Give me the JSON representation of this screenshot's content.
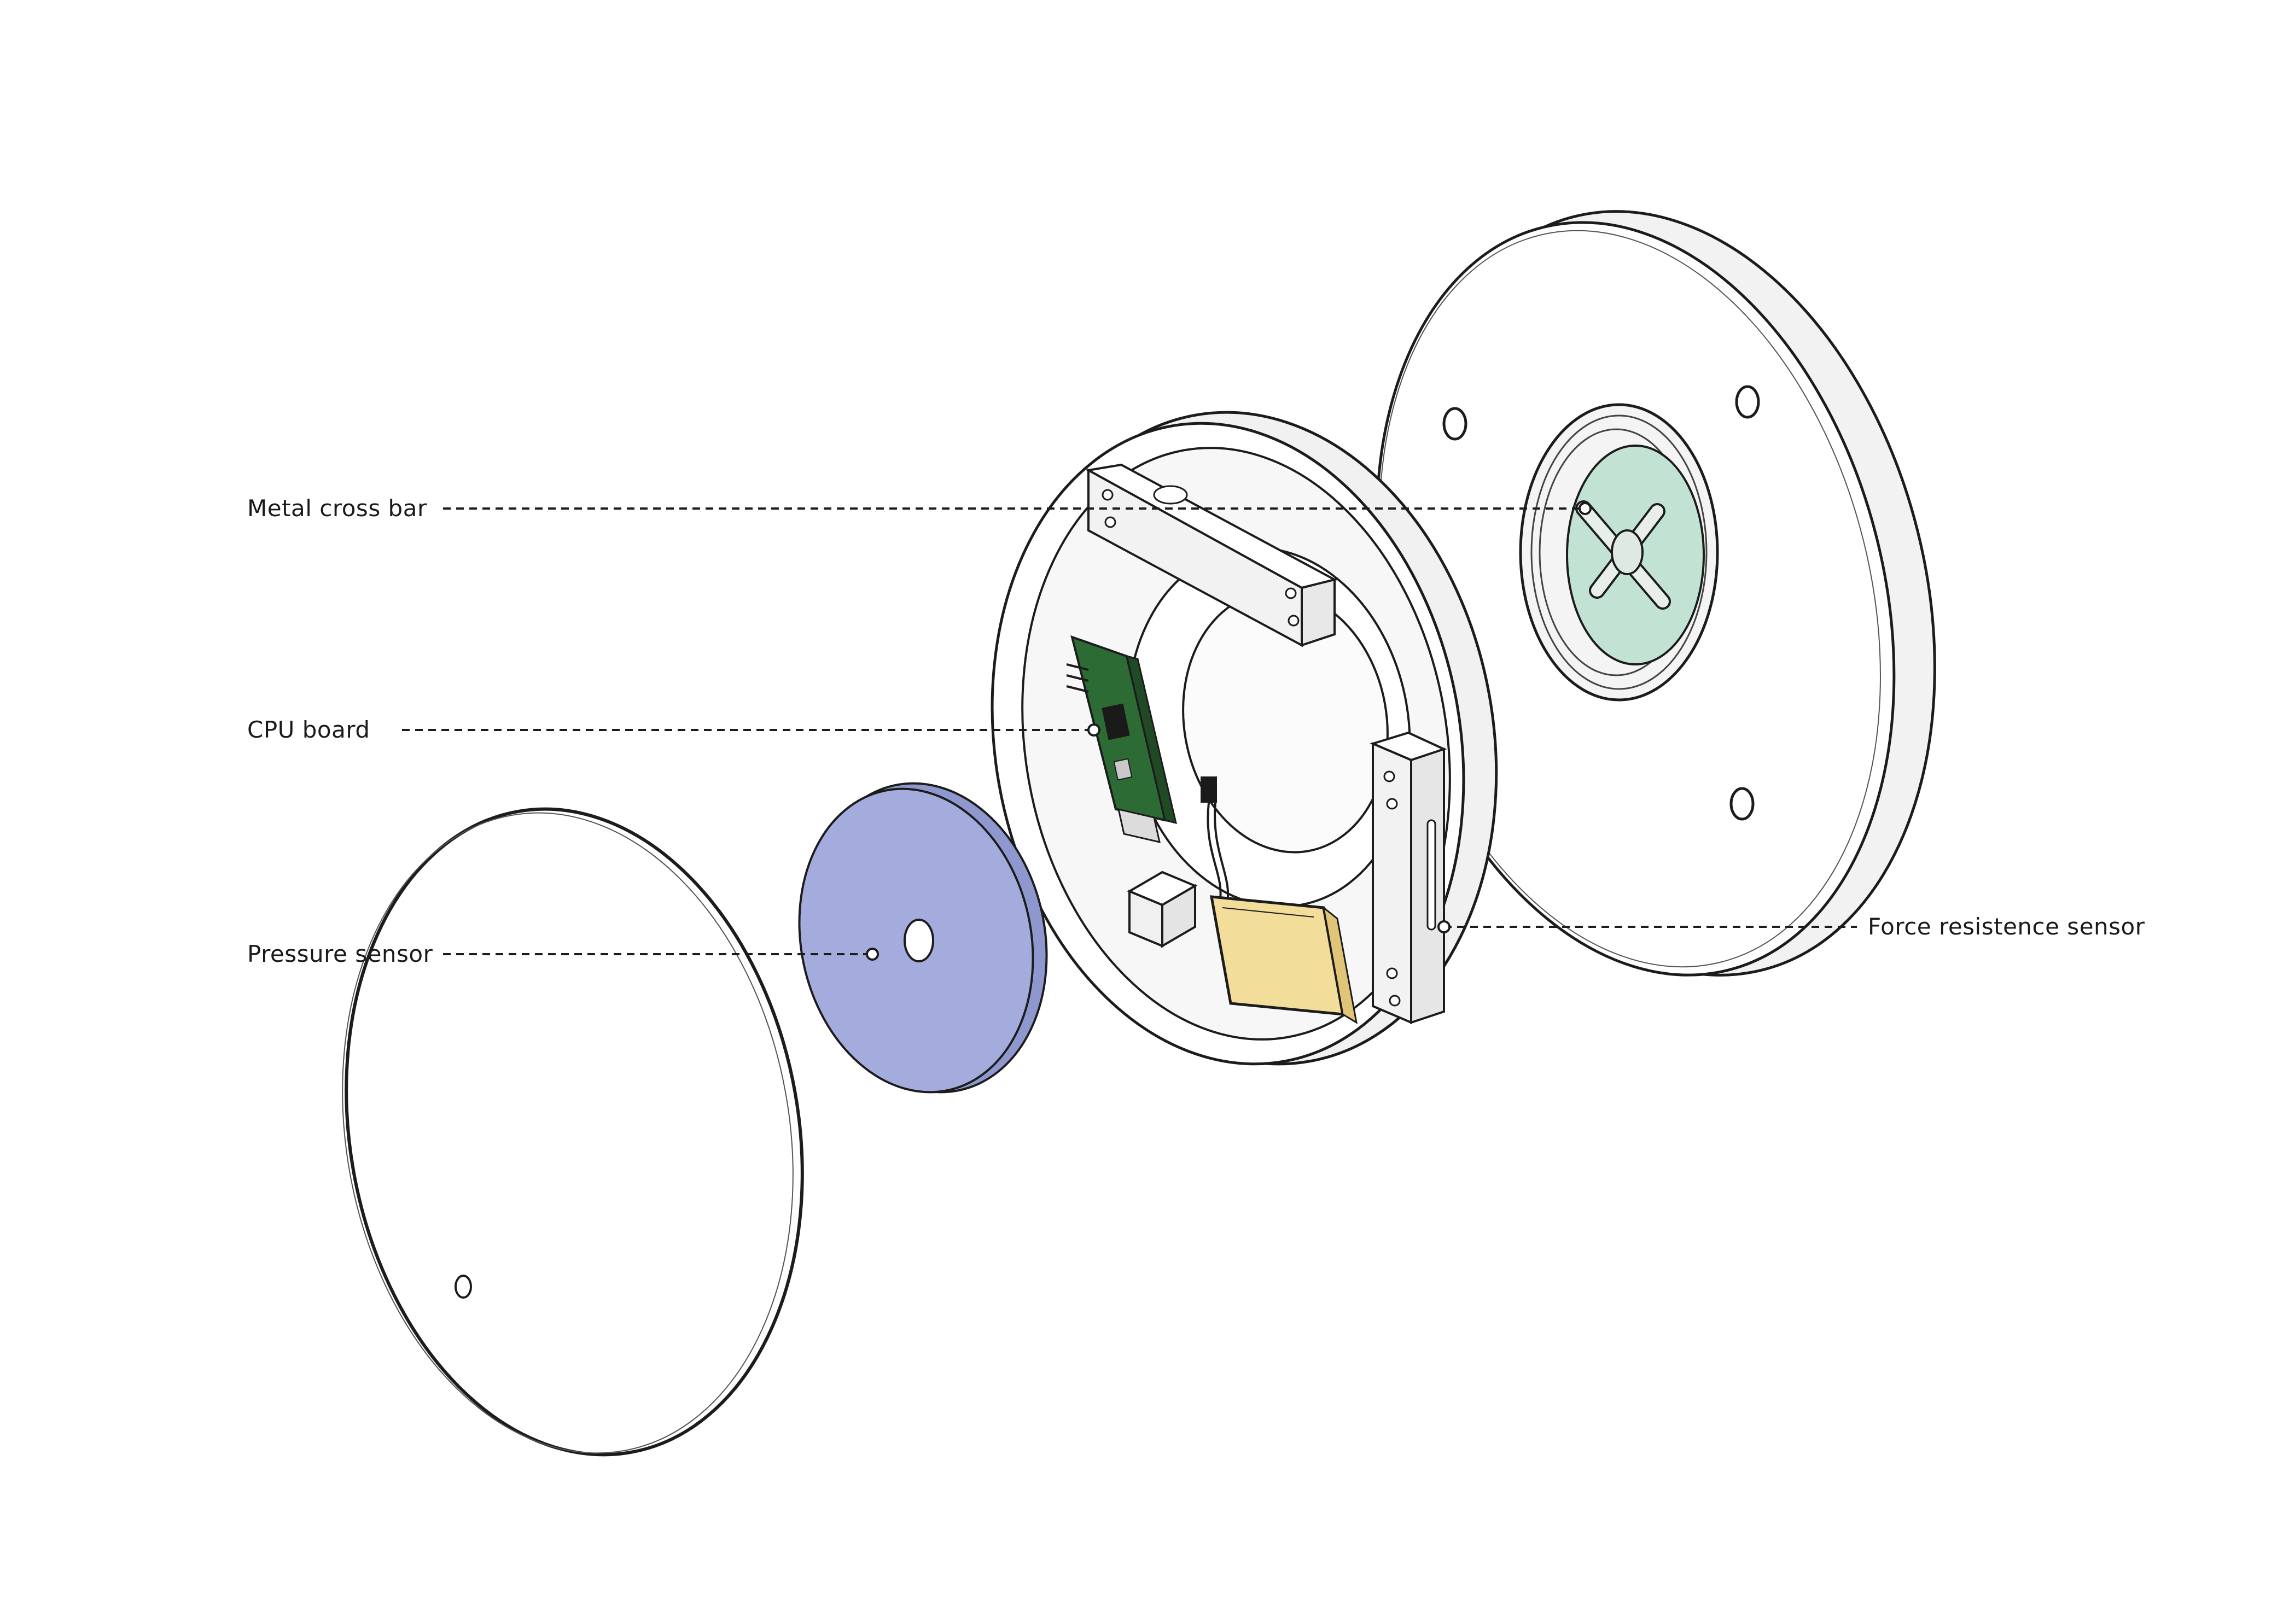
{
  "diagram": {
    "labels": {
      "metal_cross_bar": "Metal cross bar",
      "cpu_board": "CPU board",
      "pressure_sensor": "Pressure sensor",
      "force_resistence_sensor": "Force resistence sensor"
    },
    "colors": {
      "outline": "#1c1c1c",
      "pressure_sensor_fill": "#a3acdc",
      "cross_bar_window_fill": "#c2e3d4",
      "battery_fill": "#f2dd9a",
      "cpu_board_fill": "#2d6b34",
      "part_fill": "#ffffff",
      "shade": "#f1f1f1"
    }
  }
}
